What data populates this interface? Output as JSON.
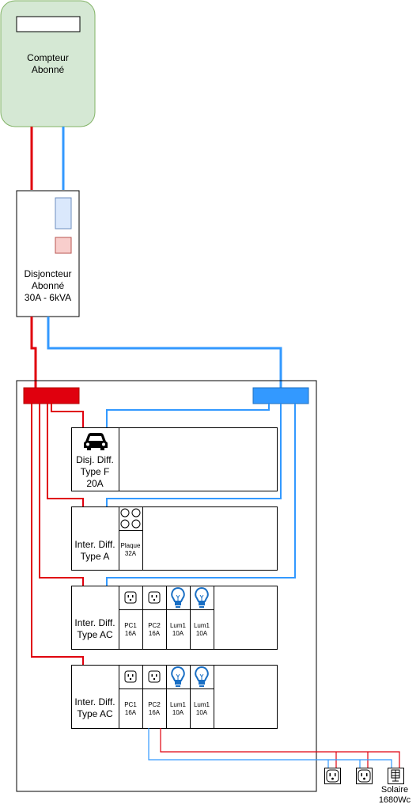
{
  "meter": {
    "label_line1": "Compteur",
    "label_line2": "Abonné",
    "display_value": ""
  },
  "breaker": {
    "label_line1": "Disjoncteur",
    "label_line2": "Abonné",
    "label_line3": "30A - 6kVA"
  },
  "circuits": [
    {
      "line1": "Disj. Diff.",
      "line2": "Type F",
      "line3": "20A",
      "icon": "car-icon"
    },
    {
      "line1": "Inter. Diff.",
      "line2": "Type A",
      "devices": [
        {
          "icon": "cooktop-icon",
          "line1": "Plaque",
          "line2": "32A"
        }
      ]
    },
    {
      "line1": "Inter. Diff.",
      "line2": "Type AC",
      "devices": [
        {
          "icon": "outlet-icon",
          "line1": "PC1",
          "line2": "16A"
        },
        {
          "icon": "outlet-icon",
          "line1": "PC2",
          "line2": "16A"
        },
        {
          "icon": "lightbulb-icon",
          "line1": "Lum1",
          "line2": "10A"
        },
        {
          "icon": "lightbulb-icon",
          "line1": "Lum1",
          "line2": "10A"
        }
      ]
    },
    {
      "line1": "Inter. Diff.",
      "line2": "Type AC",
      "devices": [
        {
          "icon": "outlet-icon",
          "line1": "PC1",
          "line2": "16A"
        },
        {
          "icon": "outlet-icon",
          "line1": "PC2",
          "line2": "16A"
        },
        {
          "icon": "lightbulb-icon",
          "line1": "Lum1",
          "line2": "10A"
        },
        {
          "icon": "lightbulb-icon",
          "line1": "Lum1",
          "line2": "10A"
        }
      ]
    }
  ],
  "external": {
    "outlets": [
      "outlet-icon",
      "outlet-icon"
    ],
    "solar": {
      "icon": "solar-panel-icon",
      "line1": "Solaire",
      "line2": "1680Wc"
    }
  },
  "colors": {
    "phase": "#e0000e",
    "neutral": "#3399ff",
    "meter_fill": "#d5e8d4",
    "meter_stroke": "#82b366",
    "neutral_bar": "#3399ff",
    "phase_bar": "#e0000e",
    "indicator_blue": "#dae8fc",
    "indicator_red": "#f8cecc"
  }
}
